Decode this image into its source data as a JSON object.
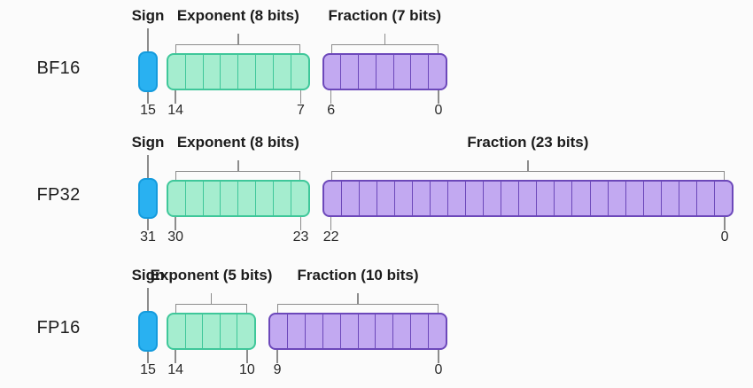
{
  "colors": {
    "sign_fill": "#29b1f1",
    "sign_border": "#149bdd",
    "exponent_fill": "#a5edcf",
    "exponent_border": "#3fc79a",
    "fraction_fill": "#c2a9f1",
    "fraction_border": "#6c48ba",
    "connector_line": "#8c8c8c",
    "text": "#1f1f1f"
  },
  "rows": [
    {
      "label": "BF16",
      "sign": {
        "label": "Sign",
        "bit": "15"
      },
      "exponent": {
        "label": "Exponent (8 bits)",
        "bits": 8,
        "high": "14",
        "low": "7"
      },
      "fraction": {
        "label": "Fraction (7 bits)",
        "bits": 7,
        "high": "6",
        "low": "0"
      }
    },
    {
      "label": "FP32",
      "sign": {
        "label": "Sign",
        "bit": "31"
      },
      "exponent": {
        "label": "Exponent (8 bits)",
        "bits": 8,
        "high": "30",
        "low": "23"
      },
      "fraction": {
        "label": "Fraction (23 bits)",
        "bits": 23,
        "high": "22",
        "low": "0"
      }
    },
    {
      "label": "FP16",
      "sign": {
        "label": "Sign",
        "bit": "15"
      },
      "exponent": {
        "label": "Exponent (5 bits)",
        "bits": 5,
        "high": "14",
        "low": "10"
      },
      "fraction": {
        "label": "Fraction (10 bits)",
        "bits": 10,
        "high": "9",
        "low": "0"
      }
    }
  ]
}
